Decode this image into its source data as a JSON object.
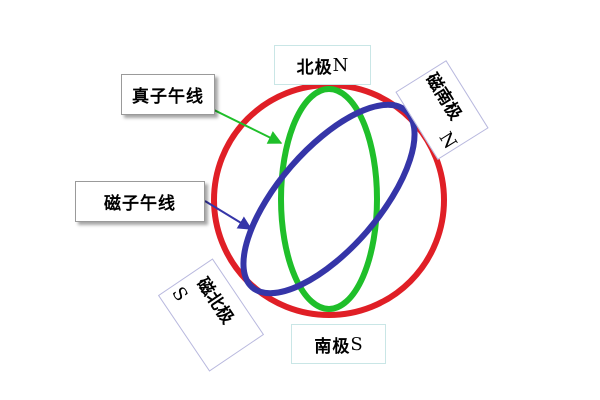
{
  "colors": {
    "celestial_sphere": "#e01f26",
    "true_meridian": "#1fbf2a",
    "magnetic_meridian": "#3535a8",
    "green_pointer": "#1fbf2a",
    "blue_pointer": "#3535a8",
    "label_border_light": "#c9e6e6",
    "label_border_violet": "#b8b8de"
  },
  "labels": {
    "north_pole": {
      "text": "北极",
      "suffix": "N"
    },
    "south_pole": {
      "text": "南极",
      "suffix": "S"
    },
    "true_meridian": {
      "text": "真子午线"
    },
    "magnetic_meridian": {
      "text": "磁子午线"
    },
    "magnetic_south": {
      "text": "磁南极",
      "suffix": "N"
    },
    "magnetic_north": {
      "text": "磁北极",
      "suffix": "S"
    }
  }
}
